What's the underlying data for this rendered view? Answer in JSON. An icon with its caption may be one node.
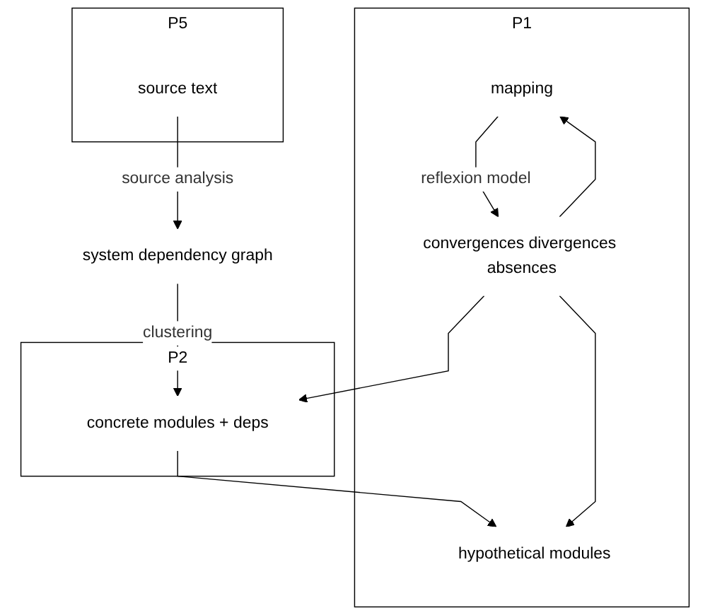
{
  "diagram": {
    "nodes": [
      {
        "text": [
          "P5"
        ]
      },
      {
        "text": [
          "source text"
        ],
        "in": 0
      },
      {
        "text": [
          "system dependency graph"
        ]
      },
      {
        "text": [
          "P2"
        ]
      },
      {
        "text": [
          "concrete modules + deps"
        ],
        "in": 3
      },
      {
        "text": [
          "P1"
        ]
      },
      {
        "text": [
          "mapping"
        ],
        "in": 5
      },
      {
        "text": [
          "hypothetical modules"
        ],
        "in": 5
      },
      {
        "text": [
          "convergences divergences absences"
        ],
        "in": 5
      }
    ],
    "edges": [
      {
        "from": 1,
        "to": 2,
        "arrow": "to",
        "label": "source analysis"
      },
      {
        "from": 2,
        "to": 4,
        "arrow": "to",
        "label": "clustering"
      },
      {
        "from": 4,
        "to": 7,
        "arrow": "to"
      },
      {
        "from": 8,
        "to": 6,
        "arrow": "to"
      },
      {
        "from": 6,
        "to": 8,
        "arrow": "to",
        "label": "reflexion model"
      },
      {
        "from": 8,
        "to": 4,
        "arrow": "to"
      },
      {
        "from": 8,
        "to": 7,
        "arrow": "to"
      }
    ]
  }
}
